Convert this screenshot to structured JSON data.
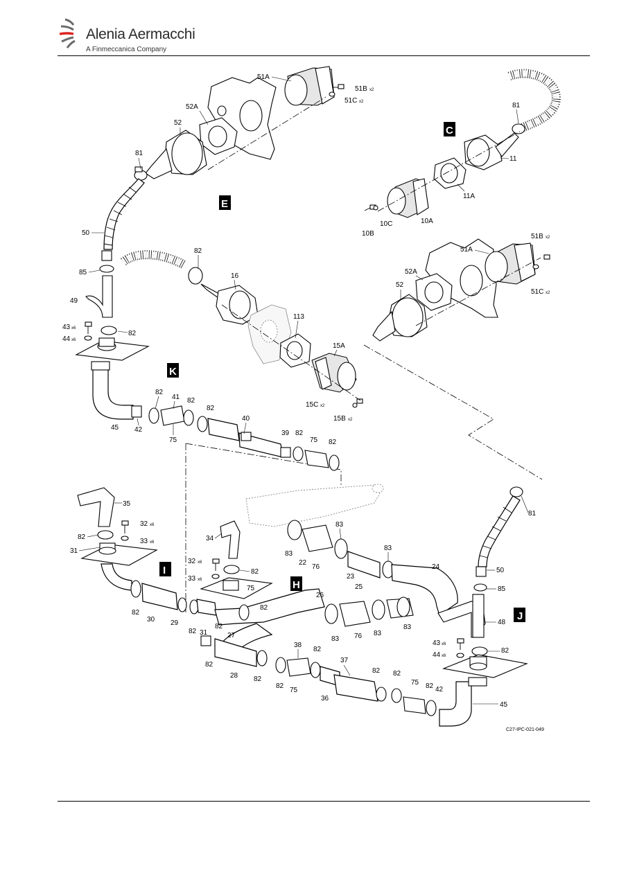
{
  "header": {
    "brand_name": "Alenia Aermacchi",
    "brand_subtitle": "A Finmeccanica Company",
    "logo": "alenia-aermacchi-swoosh-logo"
  },
  "drawing": {
    "figure_code": "C27-IPC-021-049",
    "views": {
      "e": "E",
      "c": "C",
      "k": "K",
      "i": "I",
      "h": "H",
      "j": "J"
    },
    "view_e_labels": {
      "p51a": "51A",
      "p51b": "51B",
      "p51b_qty": "x2",
      "p51c": "51C",
      "p51c_qty": "x2",
      "p52a": "52A",
      "p52": "52",
      "p81": "81",
      "p50": "50",
      "p85": "85",
      "p49": "49",
      "p43": "43",
      "p43_qty": "x6",
      "p44": "44",
      "p44_qty": "x6",
      "p82": "82"
    },
    "view_c_labels": {
      "p81": "81",
      "p11": "11",
      "p11a": "11A",
      "p10a": "10A",
      "p10c": "10C",
      "p10b": "10B"
    },
    "view_k_labels": {
      "p82a": "82",
      "p16": "16",
      "p113": "113",
      "p15a": "15A",
      "p15c": "15C",
      "p15c_qty": "x2",
      "p15b": "15B",
      "p15b_qty": "x2",
      "p45": "45",
      "p42": "42",
      "p82b": "82",
      "p41": "41",
      "p75a": "75",
      "p82c": "82",
      "p82d": "82",
      "p40": "40",
      "p39": "39",
      "p82e": "82",
      "p75b": "75",
      "p82f": "82"
    },
    "right_upper_labels": {
      "p51b": "51B",
      "p51b_qty": "x2",
      "p51a": "51A",
      "p52a": "52A",
      "p52": "52",
      "p51c": "51C",
      "p51c_qty": "x2"
    },
    "view_i_labels": {
      "p35": "35",
      "p32": "32",
      "p32_qty": "x6",
      "p82a": "82",
      "p33": "33",
      "p33_qty": "x6",
      "p31a": "31",
      "p82b": "82",
      "p30": "30",
      "p29": "29",
      "p82c": "82",
      "p31b": "31",
      "p82d": "82",
      "p27": "27",
      "p82e": "82",
      "p28": "28",
      "p82f": "82"
    },
    "view_h_labels": {
      "p34": "34",
      "p32": "32",
      "p32_qty": "x6",
      "p82a": "82",
      "p33": "33",
      "p33_qty": "x6",
      "p75": "75",
      "p82b": "82",
      "p83a": "83",
      "p22": "22",
      "p76a": "76",
      "p83b": "83",
      "p23": "23",
      "p83c": "83",
      "p24": "24",
      "p26": "26",
      "p25": "25",
      "p83d": "83",
      "p76b": "76",
      "p83e": "83",
      "p83f": "83",
      "p38": "38",
      "p82c": "82",
      "p82d": "82",
      "p75b": "75",
      "p37": "37",
      "p36": "36",
      "p82e": "82",
      "p82f": "82",
      "p75c": "75",
      "p82g": "82",
      "p42": "42"
    },
    "view_j_labels": {
      "p81": "81",
      "p50": "50",
      "p85": "85",
      "p48": "48",
      "p43": "43",
      "p43_qty": "x6",
      "p44": "44",
      "p44_qty": "x6",
      "p82": "82",
      "p45": "45"
    }
  }
}
